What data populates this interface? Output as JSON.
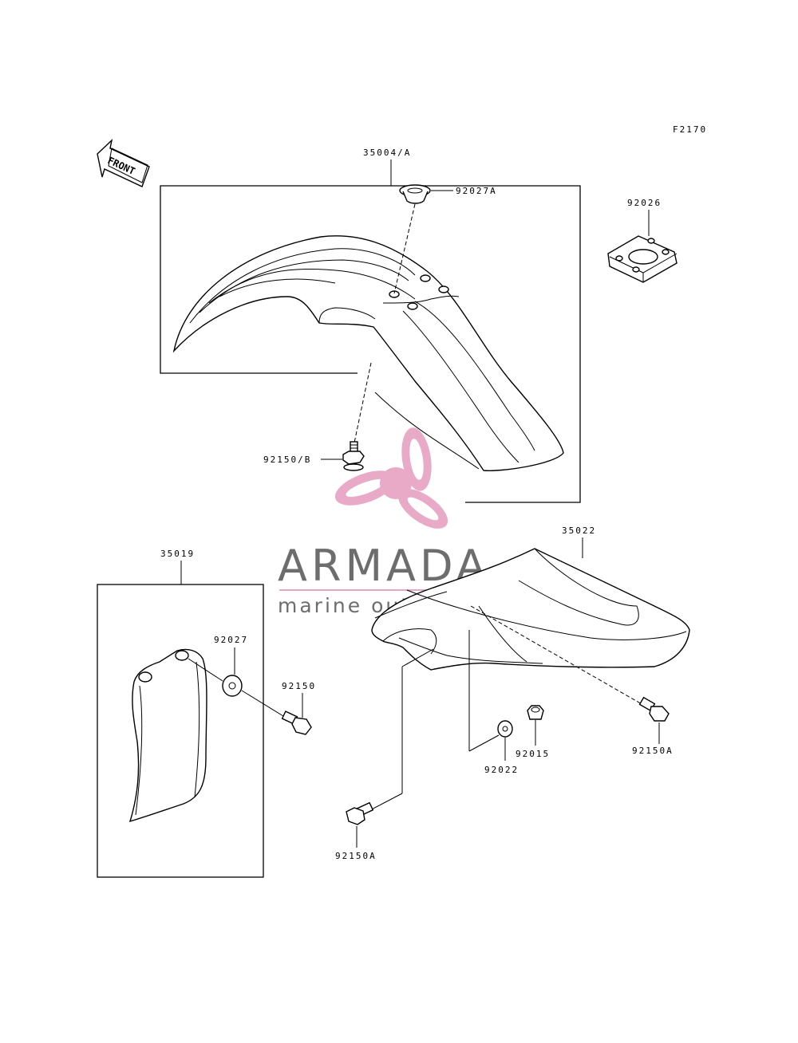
{
  "figure_code": "F2170",
  "front_label": "FRONT",
  "parts": {
    "front_fender": "35004/A",
    "grommet_a": "92027A",
    "pad": "92026",
    "bolt_b": "92150/B",
    "flap": "35019",
    "grommet": "92027",
    "bolt": "92150",
    "rear_fender": "35022",
    "bolt_a_right": "92150A",
    "nut": "92015",
    "washer": "92022",
    "bolt_a_bottom": "92150A"
  },
  "watermark": {
    "title": "ARMADA",
    "subtitle": "marine outboards",
    "colors": {
      "logo_pink": "#e8a6c6",
      "text_gray": "#6d6d6d"
    }
  }
}
